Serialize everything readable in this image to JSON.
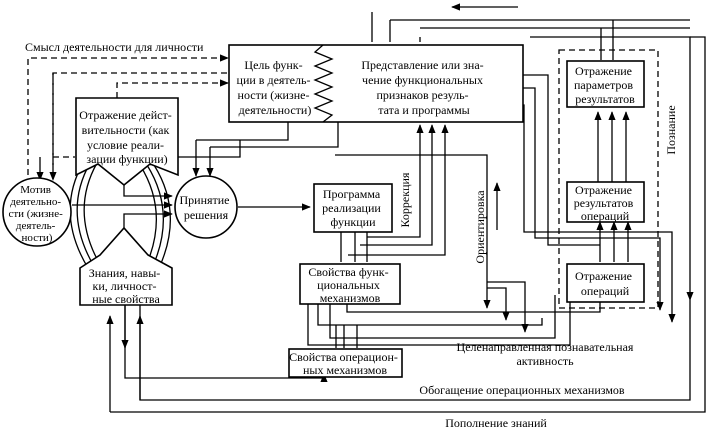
{
  "diagram": {
    "nodes": {
      "goal": {
        "lines": [
          "Цель функ-",
          "ции в деятель-",
          "ности (жизне-",
          "деятельности)"
        ]
      },
      "representation": {
        "lines": [
          "Представление или зна-",
          "чение функциональных",
          "признаков резуль-",
          "тата и программы"
        ]
      },
      "reality_reflection": {
        "lines": [
          "Отражение дейст-",
          "вительности (как",
          "условие реали-",
          "зации функции)"
        ]
      },
      "motive": {
        "lines": [
          "Мотив",
          "деятельно-",
          "сти (жизне-",
          "деятель-",
          "ности)"
        ]
      },
      "decision": {
        "lines": [
          "Принятие",
          "решения"
        ]
      },
      "knowledge": {
        "lines": [
          "Знания, навы-",
          "ки, личност-",
          "ные свойства"
        ]
      },
      "program": {
        "lines": [
          "Программа",
          "реализации",
          "функции"
        ]
      },
      "functional_mechanisms": {
        "lines": [
          "Свойства функ-",
          "циональных",
          "механизмов"
        ]
      },
      "operational_mechanisms": {
        "lines": [
          "Свойства операцион-",
          "ных механизмов"
        ]
      },
      "result_params": {
        "lines": [
          "Отражение",
          "параметров",
          "результатов"
        ]
      },
      "operation_results": {
        "lines": [
          "Отражение",
          "результатов",
          "операций"
        ]
      },
      "operations": {
        "lines": [
          "Отражение",
          "операций"
        ]
      }
    },
    "labels": {
      "meaning": "Смысл деятельности для личности",
      "correction": "Коррекция",
      "orientation": "Ориентировка",
      "cognition": "Познание",
      "purposeful_activity_1": "Целенаправленная познавательная",
      "purposeful_activity_2": "активность",
      "enrichment": "Обогащение операционных механизмов",
      "replenishment": "Пополнение знаний"
    }
  }
}
